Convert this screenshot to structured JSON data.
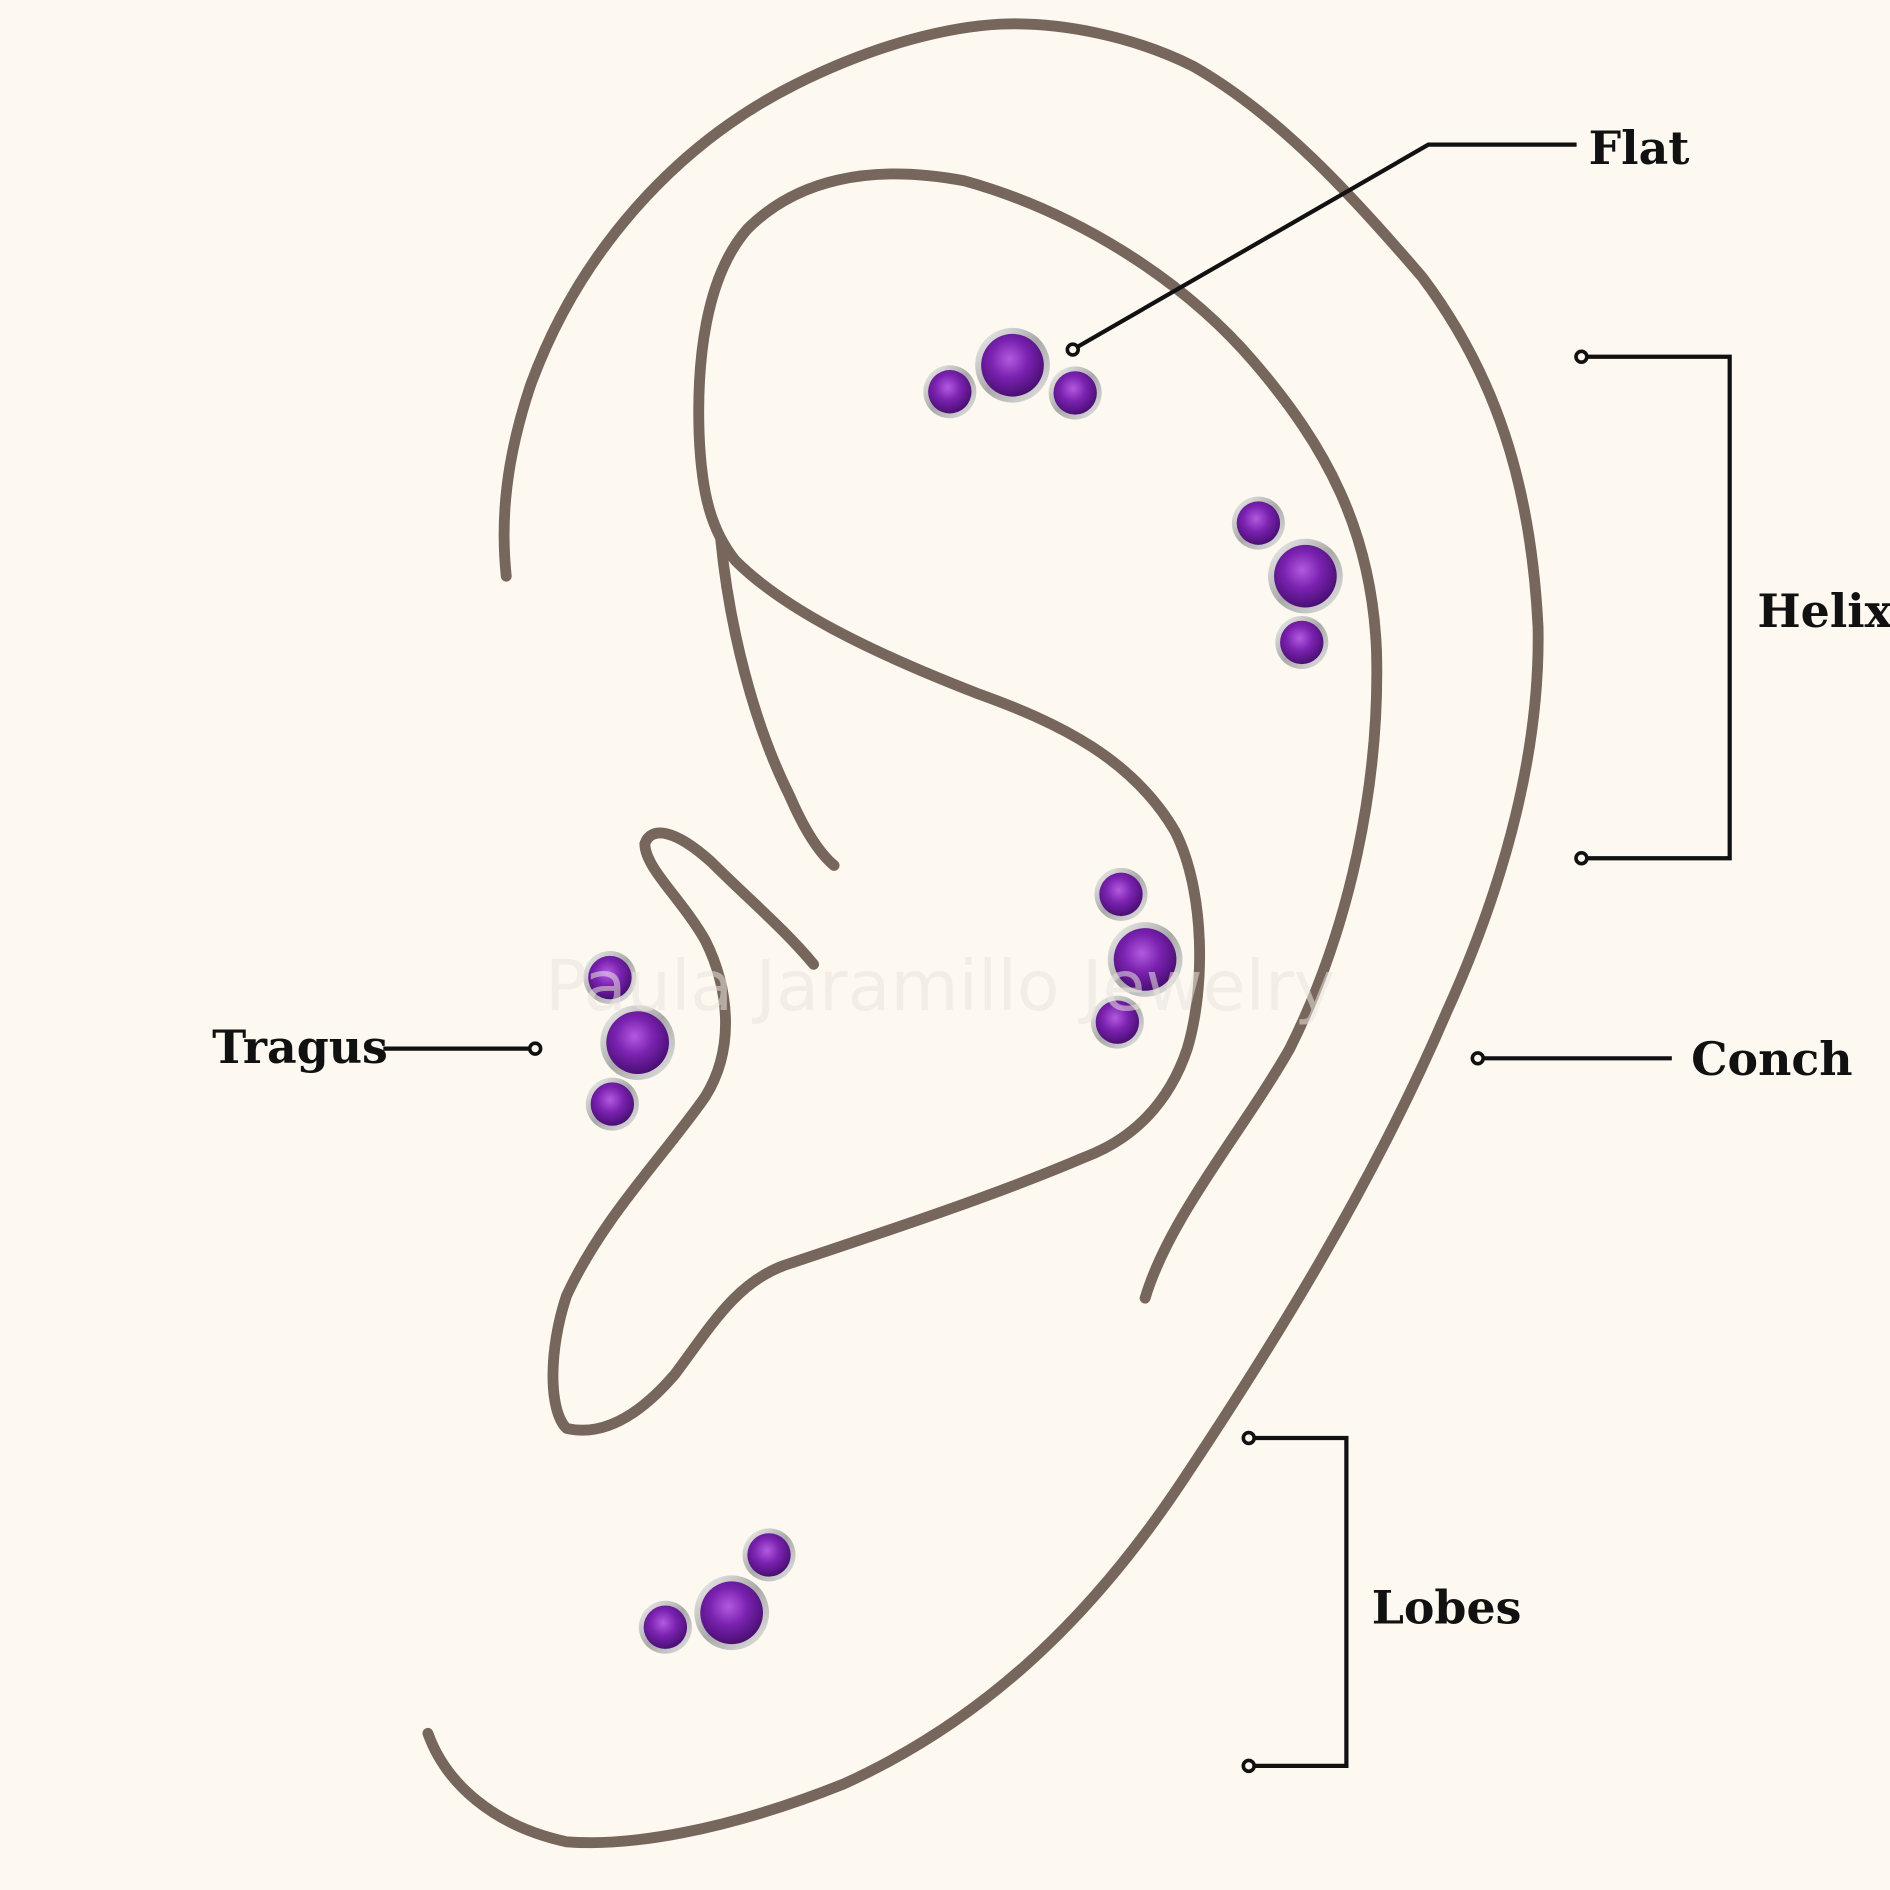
{
  "watermark": "Paula Jaramillo Jewelry",
  "labels": {
    "flat": "Flat",
    "helix": "Helix",
    "conch": "Conch",
    "tragus": "Tragus",
    "lobes": "Lobes"
  },
  "colors": {
    "background": "#fdf9f0",
    "ear_outline": "#76665b",
    "gem": "#7a22b0",
    "setting": "#c9c9c9",
    "leader": "#111111"
  }
}
